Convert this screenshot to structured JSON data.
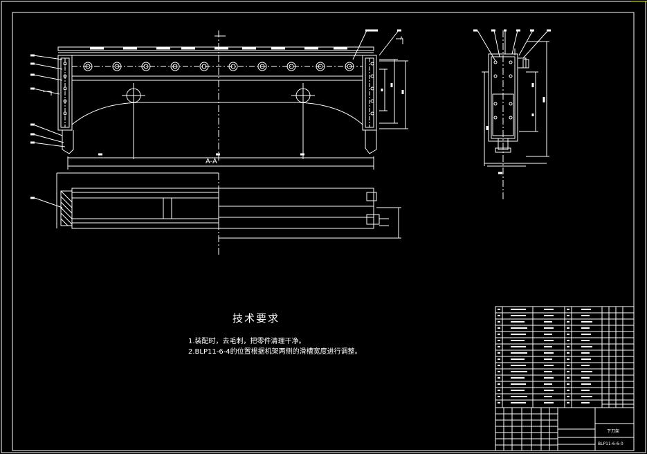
{
  "section_label": "A-A",
  "tech_requirements": {
    "title": "技术要求",
    "lines": [
      "1.装配时，去毛刺，把零件清理干净。",
      "2.BLP11-6-4的位置根据机架两侧的滑槽宽度进行调整。"
    ]
  },
  "title_block": {
    "name": "下刀架",
    "drawing_number": "BLP11-6-6-0"
  },
  "view_mark": "A",
  "colors": {
    "background": "#000000",
    "lines": "#ffffff",
    "accent": "#ffff00"
  }
}
